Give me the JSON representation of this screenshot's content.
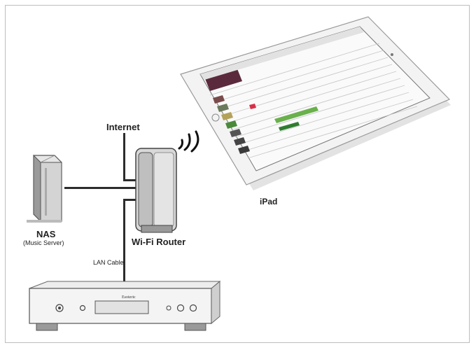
{
  "labels": {
    "internet": "Internet",
    "nas": "NAS",
    "nas_sub": "(Music Server)",
    "router": "Wi-Fi Router",
    "lan_cable": "LAN Cable",
    "ipad": "iPad",
    "player_brand": "Esoteric"
  },
  "colors": {
    "wire": "#2c2c2c",
    "device_body": "#e9e9e9",
    "device_outline": "#555555",
    "ipad_frame": "#f2f2f2",
    "wifi": "#111111"
  },
  "icons": [
    "wifi-signal-icon"
  ]
}
